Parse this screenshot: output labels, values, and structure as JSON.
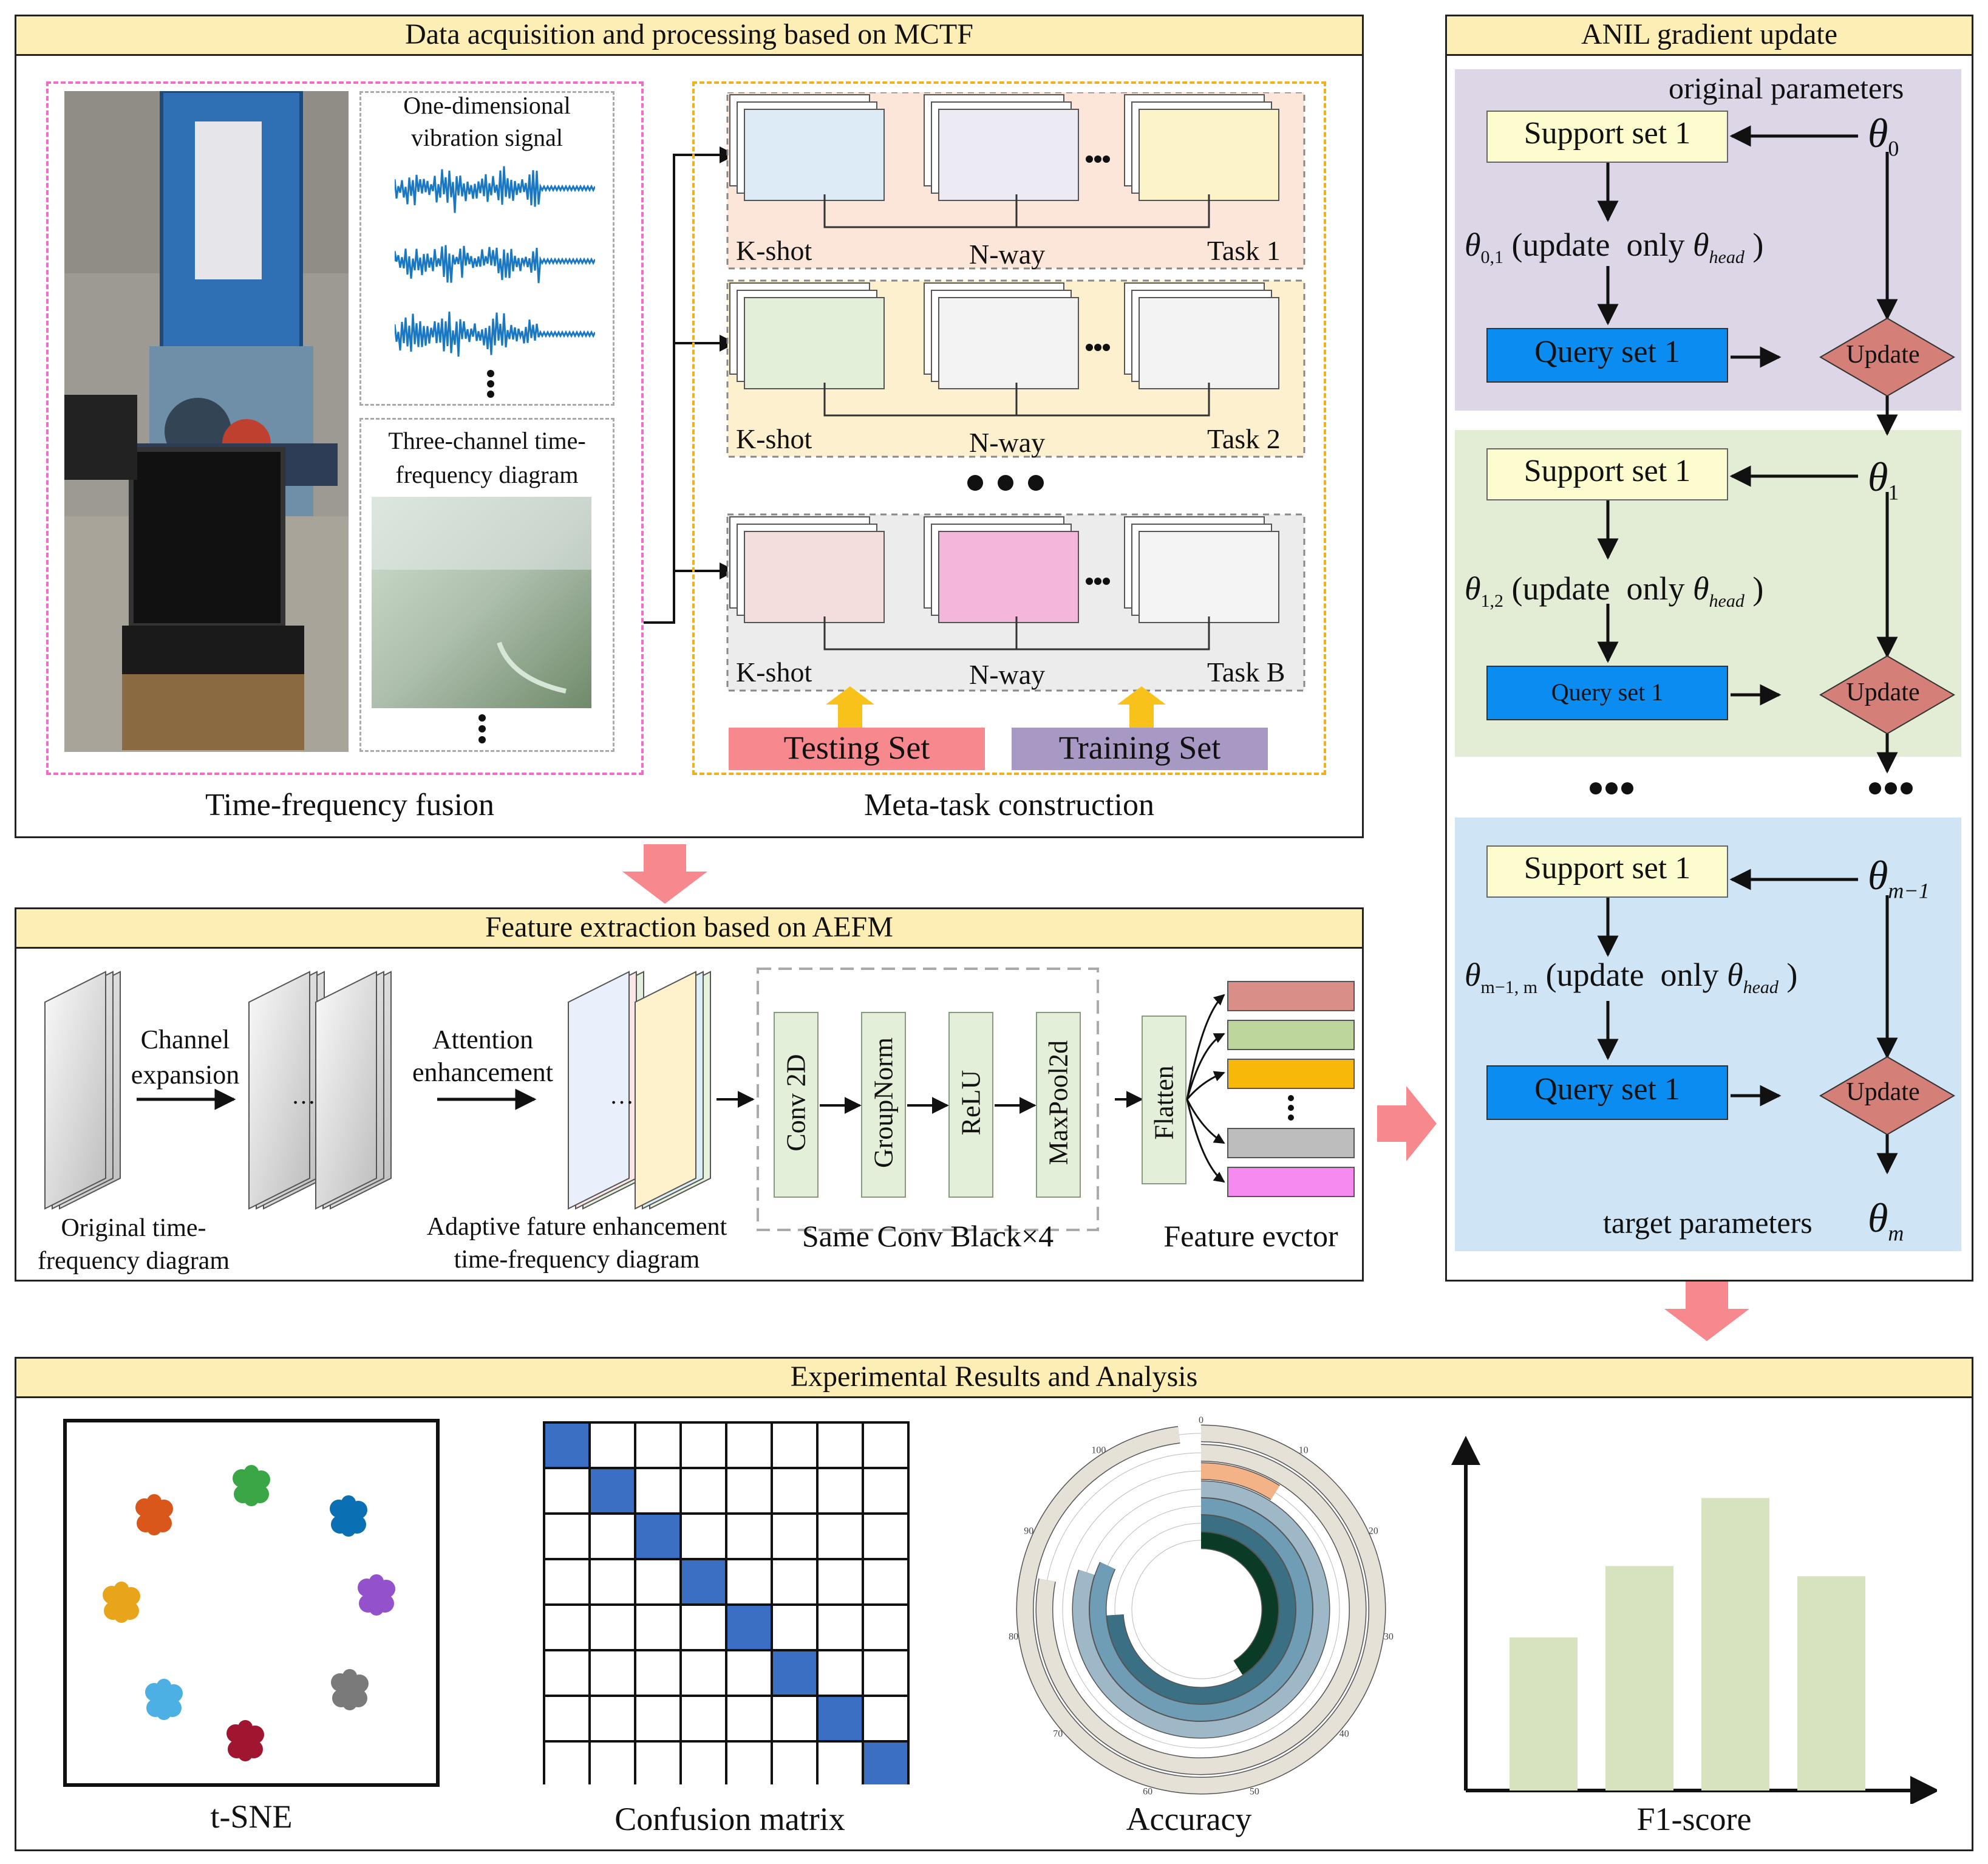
{
  "panels": {
    "data_acq": {
      "title": "Data acquisition and processing based on MCTF",
      "left_caption": "Time-frequency fusion",
      "right_caption": "Meta-task construction",
      "signal_label_1": "One-dimensional",
      "signal_label_2": "vibration signal",
      "tf_label_1": "Three-channel time-",
      "tf_label_2": "frequency diagram",
      "kshot": "K-shot",
      "nway": "N-way",
      "task1": "Task 1",
      "task2": "Task 2",
      "taskB": "Task B",
      "testing": "Testing Set",
      "training": "Training Set"
    },
    "feature": {
      "title": "Feature extraction based on AEFM",
      "orig_1": "Original time-",
      "orig_2": "frequency diagram",
      "channel_1": "Channel",
      "channel_2": "expansion",
      "attn_1": "Attention",
      "attn_2": "enhancement",
      "adapt_1": "Adaptive fature enhancement",
      "adapt_2": "time-frequency diagram",
      "conv": "Conv 2D",
      "groupnorm": "GroupNorm",
      "relu": "ReLU",
      "maxpool": "MaxPool2d",
      "block_caption": "Same Conv Black×4",
      "flatten": "Flatten",
      "vector_caption": "Feature evctor",
      "dots": "…"
    },
    "anil": {
      "title": "ANIL gradient update",
      "original": "original parameters",
      "target": "target parameters",
      "support": "Support set 1",
      "query": "Query set 1",
      "update": "Update",
      "update_only": "(update  only",
      "theta_head_sub": "head",
      "theta0_sub": "0",
      "theta1_sub": "1",
      "thetam1_sub": "m−1",
      "thetam_sub": "m",
      "inner1_sub": "0,1",
      "inner2_sub": "1,2",
      "inner3_sub": "m−1, m"
    },
    "results": {
      "title": "Experimental Results and Analysis",
      "tsne": "t-SNE",
      "confusion": "Confusion matrix",
      "accuracy": "Accuracy",
      "f1": "F1-score",
      "polar_ticks": [
        "0",
        "10",
        "20",
        "30",
        "40",
        "50",
        "60",
        "70",
        "80",
        "90",
        "100"
      ]
    }
  },
  "colors": {
    "title_bg": "#fdeeb5",
    "task1_bg": "#fce6d9",
    "task2_bg": "#fdf0cf",
    "taskB_bg": "#ececec",
    "testing": "#f7888d",
    "training": "#a899c4",
    "anil_purple": "#dcd6e6",
    "anil_green": "#e3ecd5",
    "anil_blue": "#cfe4f4",
    "support": "#fdfccf",
    "query": "#0a8cf0",
    "update": "#d47f77",
    "big_arrow": "#f7888d",
    "confusion_blue": "#3a6fc4",
    "f1_bar": "#d6e3be"
  },
  "chart_data": [
    {
      "type": "bar",
      "title": "F1-score",
      "categories": [
        "",
        "",
        "",
        ""
      ],
      "values": [
        0.45,
        0.66,
        0.86,
        0.63
      ],
      "ylim": [
        0,
        1
      ]
    },
    {
      "type": "heatmap",
      "title": "Confusion matrix",
      "rows": 8,
      "cols": 8,
      "diagonal": [
        1,
        1,
        1,
        1,
        1,
        1,
        1,
        1
      ]
    }
  ]
}
